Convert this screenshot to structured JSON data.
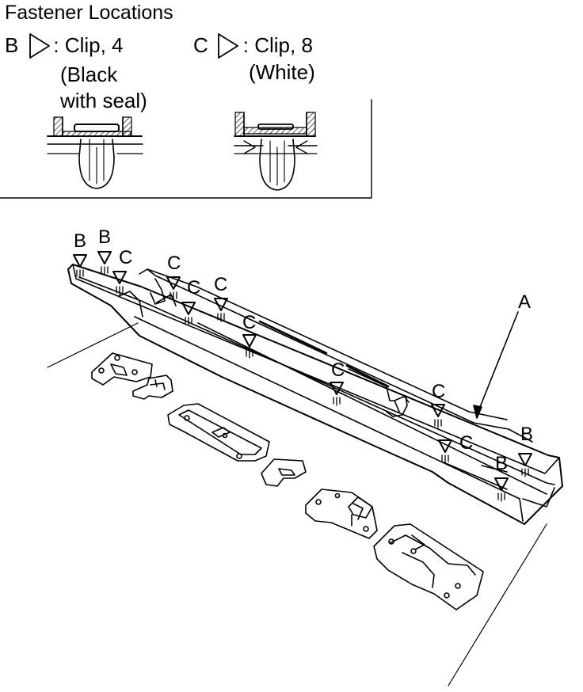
{
  "title": "Fastener Locations",
  "legend": {
    "b": {
      "letter": "B",
      "text": ": Clip, 4",
      "sub1": "(Black",
      "sub2": "with seal)"
    },
    "c": {
      "letter": "C",
      "text": ": Clip, 8",
      "sub1": "(White)"
    }
  },
  "callouts": {
    "a": "A",
    "b": "B",
    "c": "C"
  },
  "icons": [
    "clip-b-cross-section-icon",
    "clip-c-cross-section-icon",
    "triangle-marker-icon",
    "clip-marker-icon"
  ],
  "colors": {
    "ink": "#000000",
    "paper": "#ffffff"
  }
}
